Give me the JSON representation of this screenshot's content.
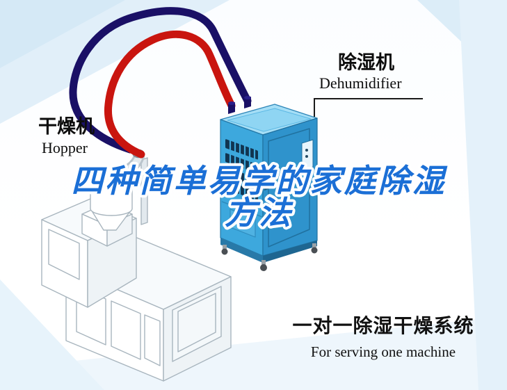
{
  "title": {
    "line1": "四种简单易学的家庭除湿",
    "line2": "方法"
  },
  "labels": {
    "dryer_cn": "干燥机",
    "dryer_en": "Hopper",
    "dehumidifier_cn": "除湿机",
    "dehumidifier_en": "Dehumidifier",
    "system_cn": "一对一除湿干燥系统",
    "system_en": "For serving one machine"
  },
  "colors": {
    "title_blue": "#1b6fd6",
    "title_outline": "#ffffff",
    "pipe_red": "#c9150f",
    "pipe_navy": "#1a1066",
    "dehumidifier_front": "#3da8dd",
    "dehumidifier_side": "#2f93cc",
    "dehumidifier_top": "#a5def6",
    "vent_slot": "#113450",
    "background_tint": "#e3f1fa",
    "machine_outline": "#a8b5be"
  }
}
